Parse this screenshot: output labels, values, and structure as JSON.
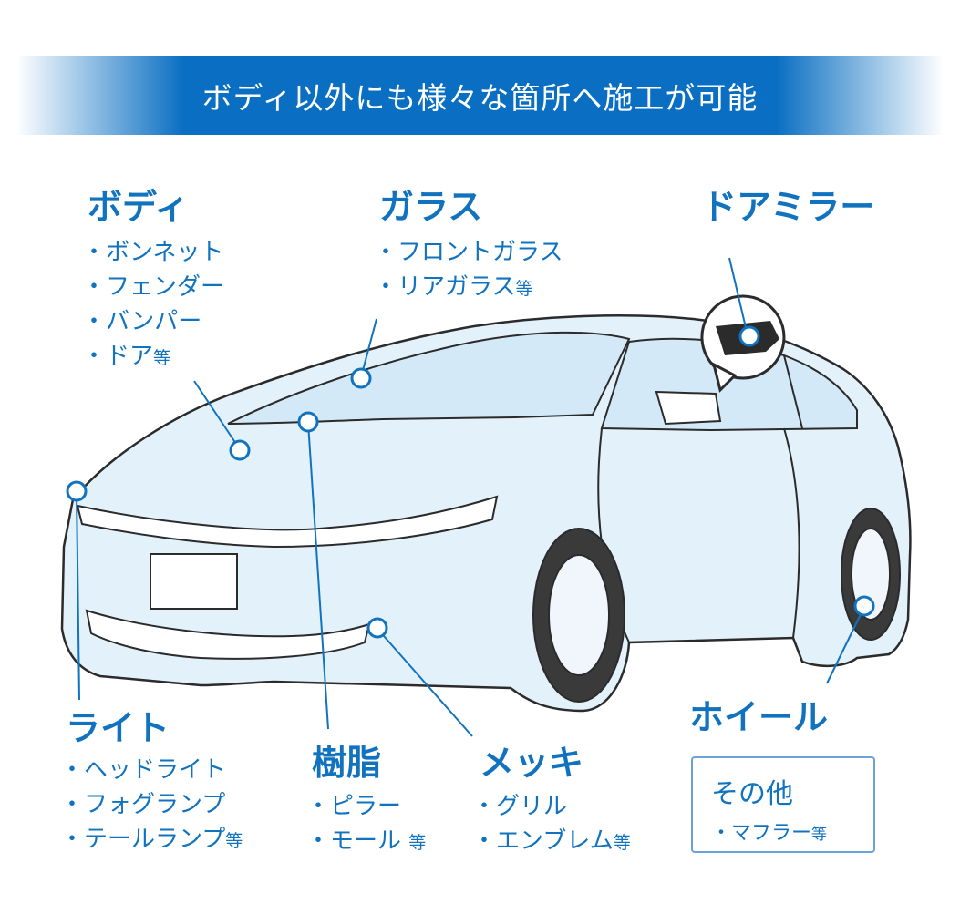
{
  "banner": {
    "title": "ボディ以外にも様々な箇所へ施工が可能"
  },
  "sections": {
    "body": {
      "heading": "ボディ",
      "items": [
        "・ボンネット",
        "・フェンダー",
        "・バンパー",
        "・ドア"
      ],
      "suffix": "等"
    },
    "glass": {
      "heading": "ガラス",
      "items": [
        "・フロントガラス",
        "・リアガラス"
      ],
      "suffix": "等"
    },
    "door_mirror": {
      "heading": "ドアミラー"
    },
    "light": {
      "heading": "ライト",
      "items": [
        "・ヘッドライト",
        "・フォグランプ",
        "・テールランプ"
      ],
      "suffix": "等"
    },
    "resin": {
      "heading": "樹脂",
      "items": [
        "・ピラー",
        "・モール"
      ],
      "suffix": "等"
    },
    "plating": {
      "heading": "メッキ",
      "items": [
        "・グリル",
        "・エンブレム"
      ],
      "suffix": "等"
    },
    "wheel": {
      "heading": "ホイール"
    },
    "other": {
      "title": "その他",
      "item": "・マフラー",
      "suffix": "等"
    }
  },
  "colors": {
    "accent": "#1173bf",
    "banner": "#0a6fc2",
    "car_fill": "#e3f1fb",
    "car_line": "#2b2b2b",
    "callout_line": "#1173bf"
  }
}
